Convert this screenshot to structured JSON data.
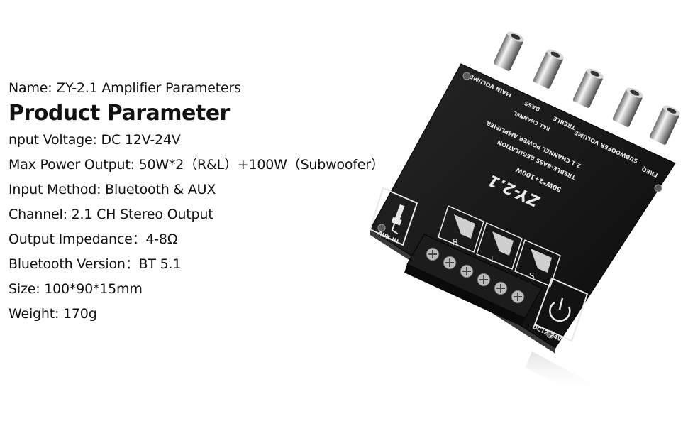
{
  "specs": {
    "name_line": "Name: ZY-2.1 Amplifier Parameters",
    "title": "Product Parameter",
    "lines": [
      "nput Voltage: DC 12V-24V",
      "Max Power Output: 50W*2（R&L）+100W（Subwoofer）",
      "Input Method: Bluetooth & AUX",
      "Channel: 2.1 CH Stereo Output",
      "Output Impedance：4-8Ω",
      "Bluetooth Version：BT 5.1",
      "Size: 100*90*15mm",
      "Weight: 170g"
    ]
  },
  "board": {
    "model": "ZY-2.1",
    "rating": "50W*2+100W",
    "regulation": "TREBLE-BASS REGULATION",
    "description": "2.1 CHANNEL POWER AMPLIFIER",
    "knob_labels": [
      "MAIN VOLUME",
      "BASS",
      "TREBLE",
      "SUBWOOFER VOLUME",
      "FREQ"
    ],
    "channel_labels": [
      "R&L CHANNEL"
    ],
    "aux_label": "AUX-IN",
    "outputs": [
      "R",
      "L",
      "S"
    ],
    "power_label": "DC12-24V",
    "colors": {
      "pcb": "#141414",
      "silk": "#e8e8e8",
      "terminal": "#1c1c1c"
    }
  }
}
